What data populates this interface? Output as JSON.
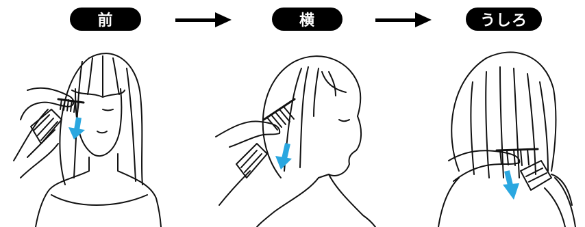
{
  "steps": [
    {
      "label": "前"
    },
    {
      "label": "横"
    },
    {
      "label": "うしろ"
    }
  ],
  "colors": {
    "pill_bg": "#000000",
    "pill_text": "#ffffff",
    "direction_arrow": "#2aa7e0",
    "line": "#111111"
  },
  "icons": [
    "arrow-right-icon",
    "arrow-down-icon",
    "hair-clipper-icon"
  ]
}
